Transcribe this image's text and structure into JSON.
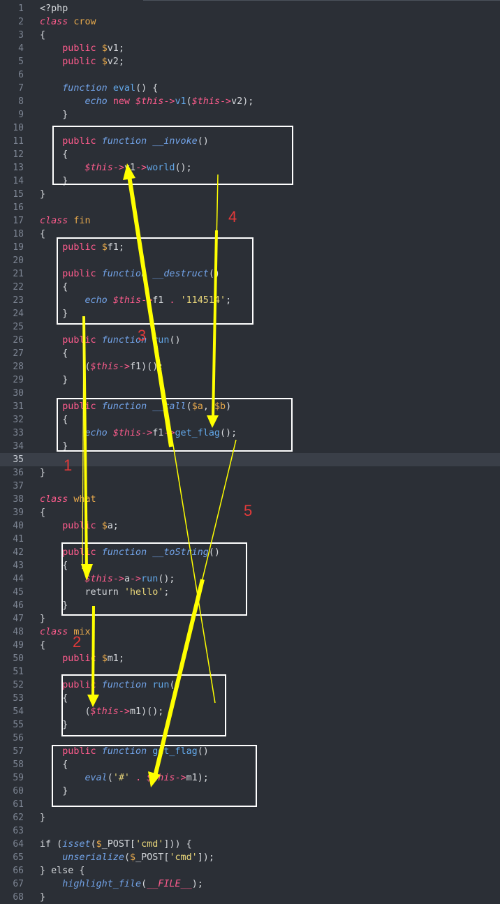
{
  "editor": {
    "lines": [
      {
        "n": "1",
        "tokens": [
          [
            "tag",
            "<?php"
          ]
        ]
      },
      {
        "n": "2",
        "tokens": [
          [
            "kwi",
            "class"
          ],
          [
            "pl",
            " "
          ],
          [
            "dname",
            "crow"
          ]
        ]
      },
      {
        "n": "3",
        "tokens": [
          [
            "pl",
            "{"
          ]
        ]
      },
      {
        "n": "4",
        "tokens": [
          [
            "pl",
            "    "
          ],
          [
            "kw",
            "public"
          ],
          [
            "pl",
            " "
          ],
          [
            "var",
            "$"
          ],
          [
            "pl",
            "v1;"
          ]
        ]
      },
      {
        "n": "5",
        "tokens": [
          [
            "pl",
            "    "
          ],
          [
            "kw",
            "public"
          ],
          [
            "pl",
            " "
          ],
          [
            "var",
            "$"
          ],
          [
            "pl",
            "v2;"
          ]
        ]
      },
      {
        "n": "6",
        "tokens": []
      },
      {
        "n": "7",
        "tokens": [
          [
            "pl",
            "    "
          ],
          [
            "cls",
            "function"
          ],
          [
            "pl",
            " "
          ],
          [
            "fn",
            "eval"
          ],
          [
            "pl",
            "() {"
          ]
        ]
      },
      {
        "n": "8",
        "tokens": [
          [
            "pl",
            "        "
          ],
          [
            "cls",
            "echo"
          ],
          [
            "pl",
            " "
          ],
          [
            "kw",
            "new"
          ],
          [
            "pl",
            " "
          ],
          [
            "this",
            "$this"
          ],
          [
            "kw",
            "->"
          ],
          [
            "fn",
            "v1"
          ],
          [
            "pl",
            "("
          ],
          [
            "this",
            "$this"
          ],
          [
            "kw",
            "->"
          ],
          [
            "pl",
            "v2);"
          ]
        ]
      },
      {
        "n": "9",
        "tokens": [
          [
            "pl",
            "    }"
          ]
        ]
      },
      {
        "n": "10",
        "tokens": []
      },
      {
        "n": "11",
        "tokens": [
          [
            "pl",
            "    "
          ],
          [
            "kw",
            "public"
          ],
          [
            "pl",
            " "
          ],
          [
            "cls",
            "function"
          ],
          [
            "pl",
            " "
          ],
          [
            "cls",
            "__invoke"
          ],
          [
            "pl",
            "()"
          ]
        ]
      },
      {
        "n": "12",
        "tokens": [
          [
            "pl",
            "    {"
          ]
        ]
      },
      {
        "n": "13",
        "tokens": [
          [
            "pl",
            "        "
          ],
          [
            "this",
            "$this"
          ],
          [
            "kw",
            "->"
          ],
          [
            "pl",
            "v1"
          ],
          [
            "kw",
            "->"
          ],
          [
            "fn",
            "world"
          ],
          [
            "pl",
            "();"
          ]
        ]
      },
      {
        "n": "14",
        "tokens": [
          [
            "pl",
            "    }"
          ]
        ]
      },
      {
        "n": "15",
        "tokens": [
          [
            "pl",
            "}"
          ]
        ]
      },
      {
        "n": "16",
        "tokens": []
      },
      {
        "n": "17",
        "tokens": [
          [
            "kwi",
            "class"
          ],
          [
            "pl",
            " "
          ],
          [
            "dname",
            "fin"
          ]
        ]
      },
      {
        "n": "18",
        "tokens": [
          [
            "pl",
            "{"
          ]
        ]
      },
      {
        "n": "19",
        "tokens": [
          [
            "pl",
            "    "
          ],
          [
            "kw",
            "public"
          ],
          [
            "pl",
            " "
          ],
          [
            "var",
            "$"
          ],
          [
            "pl",
            "f1;"
          ]
        ]
      },
      {
        "n": "20",
        "tokens": []
      },
      {
        "n": "21",
        "tokens": [
          [
            "pl",
            "    "
          ],
          [
            "kw",
            "public"
          ],
          [
            "pl",
            " "
          ],
          [
            "cls",
            "function"
          ],
          [
            "pl",
            " "
          ],
          [
            "cls",
            "__destruct"
          ],
          [
            "pl",
            "()"
          ]
        ]
      },
      {
        "n": "22",
        "tokens": [
          [
            "pl",
            "    {"
          ]
        ]
      },
      {
        "n": "23",
        "tokens": [
          [
            "pl",
            "        "
          ],
          [
            "cls",
            "echo"
          ],
          [
            "pl",
            " "
          ],
          [
            "this",
            "$this"
          ],
          [
            "kw",
            "->"
          ],
          [
            "pl",
            "f1 "
          ],
          [
            "kw",
            "."
          ],
          [
            "pl",
            " "
          ],
          [
            "str",
            "'114514'"
          ],
          [
            "pl",
            ";"
          ]
        ]
      },
      {
        "n": "24",
        "tokens": [
          [
            "pl",
            "    }"
          ]
        ]
      },
      {
        "n": "25",
        "tokens": []
      },
      {
        "n": "26",
        "tokens": [
          [
            "pl",
            "    "
          ],
          [
            "kw",
            "public"
          ],
          [
            "pl",
            " "
          ],
          [
            "cls",
            "function"
          ],
          [
            "pl",
            " "
          ],
          [
            "fn",
            "run"
          ],
          [
            "pl",
            "()"
          ]
        ]
      },
      {
        "n": "27",
        "tokens": [
          [
            "pl",
            "    {"
          ]
        ]
      },
      {
        "n": "28",
        "tokens": [
          [
            "pl",
            "        ("
          ],
          [
            "this",
            "$this"
          ],
          [
            "kw",
            "->"
          ],
          [
            "pl",
            "f1)();"
          ]
        ]
      },
      {
        "n": "29",
        "tokens": [
          [
            "pl",
            "    }"
          ]
        ]
      },
      {
        "n": "30",
        "tokens": []
      },
      {
        "n": "31",
        "tokens": [
          [
            "pl",
            "    "
          ],
          [
            "kw",
            "public"
          ],
          [
            "pl",
            " "
          ],
          [
            "cls",
            "function"
          ],
          [
            "pl",
            " "
          ],
          [
            "cls",
            "__call"
          ],
          [
            "pl",
            "("
          ],
          [
            "var",
            "$a"
          ],
          [
            "pl",
            ", "
          ],
          [
            "var",
            "$b"
          ],
          [
            "pl",
            ")"
          ]
        ]
      },
      {
        "n": "32",
        "tokens": [
          [
            "pl",
            "    {"
          ]
        ]
      },
      {
        "n": "33",
        "tokens": [
          [
            "pl",
            "        "
          ],
          [
            "cls",
            "echo"
          ],
          [
            "pl",
            " "
          ],
          [
            "this",
            "$this"
          ],
          [
            "kw",
            "->"
          ],
          [
            "pl",
            "f1"
          ],
          [
            "kw",
            "->"
          ],
          [
            "fn",
            "get_flag"
          ],
          [
            "pl",
            "();"
          ]
        ]
      },
      {
        "n": "34",
        "tokens": [
          [
            "pl",
            "    }"
          ]
        ]
      },
      {
        "n": "35",
        "tokens": [],
        "current": true
      },
      {
        "n": "36",
        "tokens": [
          [
            "pl",
            "}"
          ]
        ]
      },
      {
        "n": "37",
        "tokens": []
      },
      {
        "n": "38",
        "tokens": [
          [
            "kwi",
            "class"
          ],
          [
            "pl",
            " "
          ],
          [
            "dname",
            "what"
          ]
        ]
      },
      {
        "n": "39",
        "tokens": [
          [
            "pl",
            "{"
          ]
        ]
      },
      {
        "n": "40",
        "tokens": [
          [
            "pl",
            "    "
          ],
          [
            "kw",
            "public"
          ],
          [
            "pl",
            " "
          ],
          [
            "var",
            "$"
          ],
          [
            "pl",
            "a;"
          ]
        ]
      },
      {
        "n": "41",
        "tokens": []
      },
      {
        "n": "42",
        "tokens": [
          [
            "pl",
            "    "
          ],
          [
            "kw",
            "public"
          ],
          [
            "pl",
            " "
          ],
          [
            "cls",
            "function"
          ],
          [
            "pl",
            " "
          ],
          [
            "cls",
            "__toString"
          ],
          [
            "pl",
            "()"
          ]
        ]
      },
      {
        "n": "43",
        "tokens": [
          [
            "pl",
            "    {"
          ]
        ]
      },
      {
        "n": "44",
        "tokens": [
          [
            "pl",
            "        "
          ],
          [
            "this",
            "$this"
          ],
          [
            "kw",
            "->"
          ],
          [
            "pl",
            "a"
          ],
          [
            "kw",
            "->"
          ],
          [
            "fn",
            "run"
          ],
          [
            "pl",
            "();"
          ]
        ]
      },
      {
        "n": "45",
        "tokens": [
          [
            "pl",
            "        return "
          ],
          [
            "str",
            "'hello'"
          ],
          [
            "pl",
            ";"
          ]
        ]
      },
      {
        "n": "46",
        "tokens": [
          [
            "pl",
            "    }"
          ]
        ]
      },
      {
        "n": "47",
        "tokens": [
          [
            "pl",
            "}"
          ]
        ]
      },
      {
        "n": "48",
        "tokens": [
          [
            "kwi",
            "class"
          ],
          [
            "pl",
            " "
          ],
          [
            "dname",
            "mix"
          ]
        ]
      },
      {
        "n": "49",
        "tokens": [
          [
            "pl",
            "{"
          ]
        ]
      },
      {
        "n": "50",
        "tokens": [
          [
            "pl",
            "    "
          ],
          [
            "kw",
            "public"
          ],
          [
            "pl",
            " "
          ],
          [
            "var",
            "$"
          ],
          [
            "pl",
            "m1;"
          ]
        ]
      },
      {
        "n": "51",
        "tokens": []
      },
      {
        "n": "52",
        "tokens": [
          [
            "pl",
            "    "
          ],
          [
            "kw",
            "public"
          ],
          [
            "pl",
            " "
          ],
          [
            "cls",
            "function"
          ],
          [
            "pl",
            " "
          ],
          [
            "fn",
            "run"
          ],
          [
            "pl",
            "()"
          ]
        ]
      },
      {
        "n": "53",
        "tokens": [
          [
            "pl",
            "    {"
          ]
        ]
      },
      {
        "n": "54",
        "tokens": [
          [
            "pl",
            "        ("
          ],
          [
            "this",
            "$this"
          ],
          [
            "kw",
            "->"
          ],
          [
            "pl",
            "m1)();"
          ]
        ]
      },
      {
        "n": "55",
        "tokens": [
          [
            "pl",
            "    }"
          ]
        ]
      },
      {
        "n": "56",
        "tokens": []
      },
      {
        "n": "57",
        "tokens": [
          [
            "pl",
            "    "
          ],
          [
            "kw",
            "public"
          ],
          [
            "pl",
            " "
          ],
          [
            "cls",
            "function"
          ],
          [
            "pl",
            " "
          ],
          [
            "fn",
            "get_flag"
          ],
          [
            "pl",
            "()"
          ]
        ]
      },
      {
        "n": "58",
        "tokens": [
          [
            "pl",
            "    {"
          ]
        ]
      },
      {
        "n": "59",
        "tokens": [
          [
            "pl",
            "        "
          ],
          [
            "cls",
            "eval"
          ],
          [
            "pl",
            "("
          ],
          [
            "str",
            "'#'"
          ],
          [
            "pl",
            " "
          ],
          [
            "kw",
            "."
          ],
          [
            "pl",
            " "
          ],
          [
            "this",
            "$this"
          ],
          [
            "kw",
            "->"
          ],
          [
            "pl",
            "m1);"
          ]
        ]
      },
      {
        "n": "60",
        "tokens": [
          [
            "pl",
            "    }"
          ]
        ]
      },
      {
        "n": "61",
        "tokens": []
      },
      {
        "n": "62",
        "tokens": [
          [
            "pl",
            "}"
          ]
        ]
      },
      {
        "n": "63",
        "tokens": []
      },
      {
        "n": "64",
        "tokens": [
          [
            "pl",
            "if ("
          ],
          [
            "cls",
            "isset"
          ],
          [
            "pl",
            "("
          ],
          [
            "var",
            "$"
          ],
          [
            "pl",
            "_POST["
          ],
          [
            "str",
            "'cmd'"
          ],
          [
            "pl",
            "])) {"
          ]
        ]
      },
      {
        "n": "65",
        "tokens": [
          [
            "pl",
            "    "
          ],
          [
            "cls",
            "unserialize"
          ],
          [
            "pl",
            "("
          ],
          [
            "var",
            "$"
          ],
          [
            "pl",
            "_POST["
          ],
          [
            "str",
            "'cmd'"
          ],
          [
            "pl",
            "]);"
          ]
        ]
      },
      {
        "n": "66",
        "tokens": [
          [
            "pl",
            "} else {"
          ]
        ]
      },
      {
        "n": "67",
        "tokens": [
          [
            "pl",
            "    "
          ],
          [
            "cls",
            "highlight_file"
          ],
          [
            "pl",
            "("
          ],
          [
            "const",
            "__FILE__"
          ],
          [
            "pl",
            ");"
          ]
        ]
      },
      {
        "n": "68",
        "tokens": [
          [
            "pl",
            "}"
          ]
        ]
      }
    ]
  },
  "annotations": {
    "labels": [
      "1",
      "2",
      "3",
      "4",
      "5"
    ],
    "box_color": "#ffffff",
    "arrow_color": "#ffff00",
    "label_color": "#e23a3a"
  }
}
